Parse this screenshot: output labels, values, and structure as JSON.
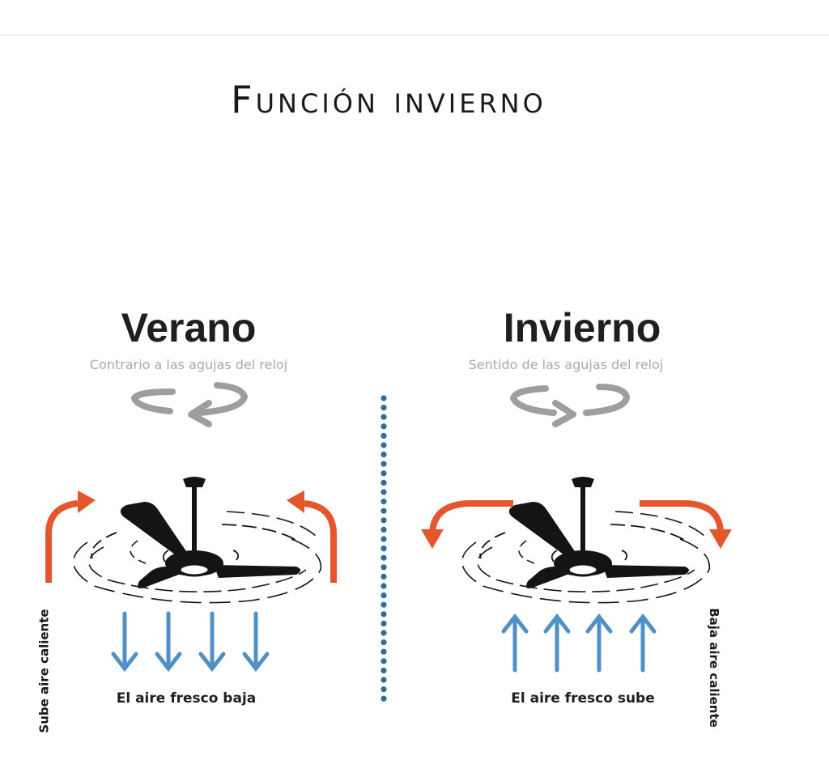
{
  "title": "Función invierno",
  "summer": {
    "title": "Verano",
    "subtitle": "Contrario a las agujas del reloj",
    "caption": "El aire fresco baja",
    "side_label": "Sube aire caliente"
  },
  "winter": {
    "title": "Invierno",
    "subtitle": "Sentido de las agujas del reloj",
    "caption": "El aire fresco sube",
    "side_label": "Baja aire caliente"
  },
  "colors": {
    "warm_arrow": "#e4572e",
    "cool_arrow": "#4f90c6",
    "rotation_arrow": "#9e9e9e",
    "divider_dots": "#2f6d9a",
    "fan": "#141414"
  }
}
